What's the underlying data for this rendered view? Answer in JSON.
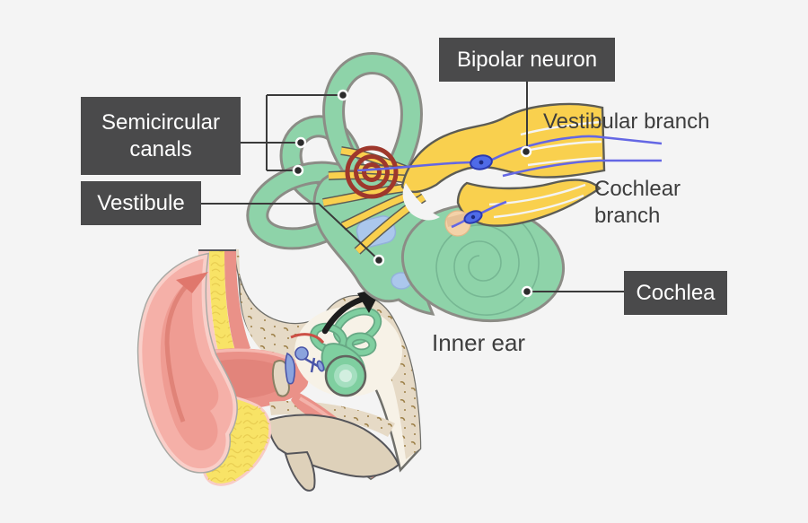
{
  "figure": {
    "type": "anatomy-diagram",
    "subject": "Inner ear: bony labyrinth, vestibulocochlear nerve branches, and section of the ear"
  },
  "labels": {
    "bipolar_neuron": "Bipolar neuron",
    "semicircular_canals": "Semicircular canals",
    "vestibule": "Vestibule",
    "vestibular_branch": "Vestibular branch",
    "cochlear_branch": "Cochlear branch",
    "cochlea": "Cochlea",
    "inner_ear": "Inner ear"
  },
  "diagram_parts": [
    "semicircular-canals",
    "vestibule",
    "cochlea",
    "cochlear-spiral",
    "vestibular-ganglion-nerve",
    "vestibular-branch-fibers",
    "cochlear-branch-fibers",
    "bipolar-neuron-soma",
    "spiral-ganglion",
    "target-highlight-rings",
    "ear-cross-section",
    "pinna",
    "ear-canal",
    "ossicles",
    "inner-ear-mini",
    "zoom-arrow"
  ],
  "colors": {
    "bg": "#f4f4f4",
    "box_bg": "#4a4a4b",
    "box_text": "#ffffff",
    "label_text": "#3d3d3d",
    "leader_line": "#3a3a3a",
    "labyrinth_green": "#8ed3a9",
    "labyrinth_outline": "#8c8c86",
    "nerve_yellow": "#f9d04e",
    "nerve_outline": "#5c5c55",
    "fiber_purple": "#6467e4",
    "neuron_soma_blue": "#4f6be8",
    "target_red": "#9e372c",
    "membrane_blue": "#abc7ec",
    "ganglion_peach": "#f4d2a8",
    "pinna_pink": "#f5b0a8",
    "pinna_inner": "#ef9c93",
    "canal_salmon": "#ea9188",
    "fat_yellow": "#f8e366",
    "bone_beige": "#e6dac6",
    "bone_speckle": "#9c7f46",
    "cream": "#f7f2e7",
    "tan_bone": "#ded1ba",
    "ossicle_blue": "#8ba3dd",
    "mini_green": "#7fcfa0",
    "arrow_black": "#1c1c1c"
  }
}
